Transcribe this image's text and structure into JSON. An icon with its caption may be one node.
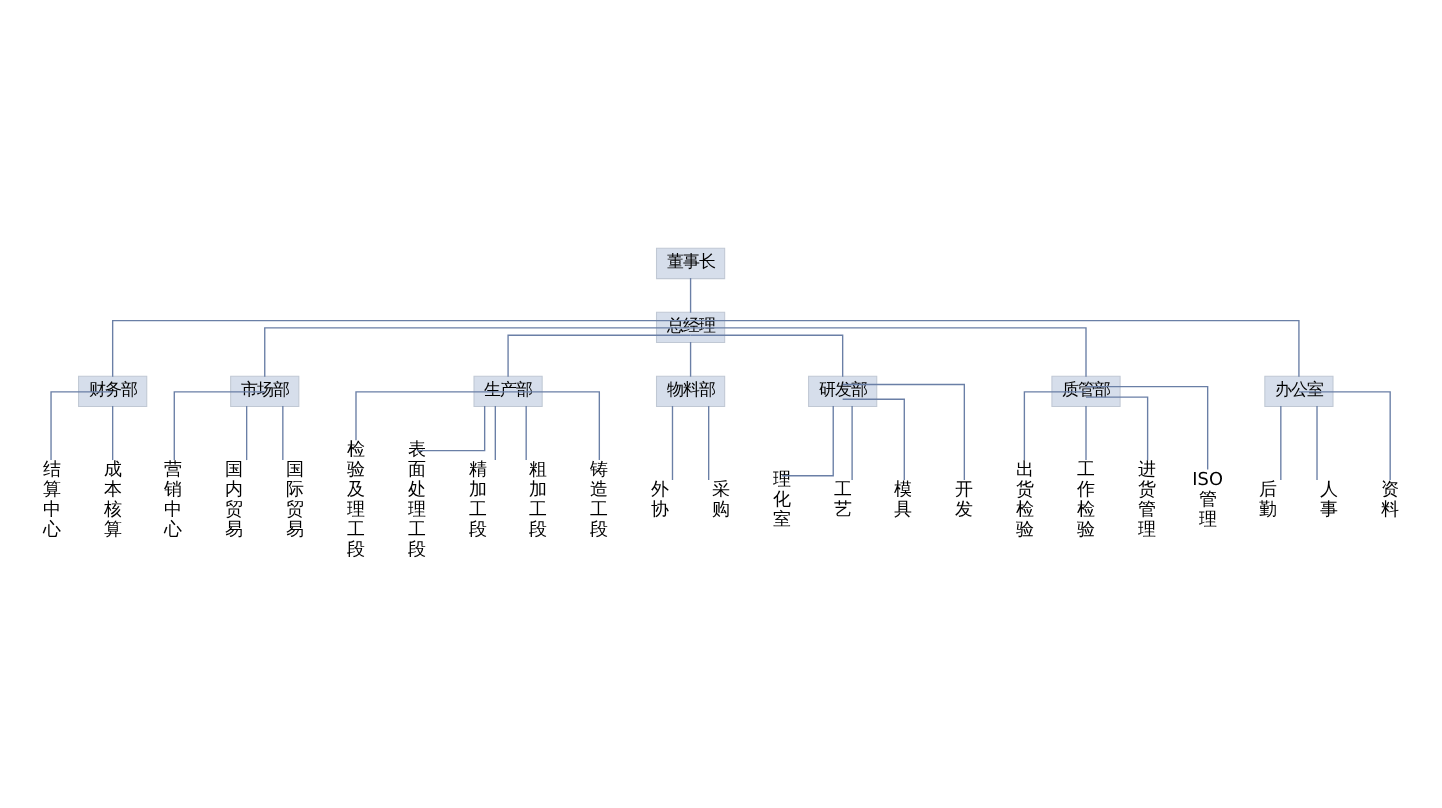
{
  "diagram": {
    "nodes": [
      {
        "text": [
          "董事长"
        ]
      },
      {
        "text": [
          "总经理"
        ]
      },
      {
        "text": [
          "财务部"
        ]
      },
      {
        "text": [
          "市场部"
        ]
      },
      {
        "text": [
          "生产部"
        ]
      },
      {
        "text": [
          "物料部"
        ]
      },
      {
        "text": [
          "研发部"
        ]
      },
      {
        "text": [
          "质管部"
        ]
      },
      {
        "text": [
          "办公室"
        ]
      },
      {
        "text": [
          "结算中心"
        ]
      },
      {
        "text": [
          "成本核算"
        ]
      },
      {
        "text": [
          "营销中心"
        ]
      },
      {
        "text": [
          "国内贸易"
        ]
      },
      {
        "text": [
          "国际贸易"
        ]
      },
      {
        "text": [
          "检验及理工段"
        ]
      },
      {
        "text": [
          "表面处理工段"
        ]
      },
      {
        "text": [
          "精加工段"
        ]
      },
      {
        "text": [
          "粗加工段"
        ]
      },
      {
        "text": [
          "铸造工段"
        ]
      },
      {
        "text": [
          "外协"
        ]
      },
      {
        "text": [
          "采购"
        ]
      },
      {
        "text": [
          "理化室"
        ]
      },
      {
        "text": [
          "工艺"
        ]
      },
      {
        "text": [
          "模具"
        ]
      },
      {
        "text": [
          "开发"
        ]
      },
      {
        "text": [
          "出货检验"
        ]
      },
      {
        "text": [
          "工作检验"
        ]
      },
      {
        "text": [
          "进货管理"
        ]
      },
      {
        "text": [
          "ISO管理"
        ]
      },
      {
        "text": [
          "后勤"
        ]
      },
      {
        "text": [
          "人事"
        ]
      },
      {
        "text": [
          "资料"
        ]
      }
    ],
    "edges": [
      {
        "from": 0,
        "to": 1,
        "arrow": "none"
      },
      {
        "from": 1,
        "to": 2,
        "arrow": "none"
      },
      {
        "from": 1,
        "to": 3,
        "arrow": "none"
      },
      {
        "from": 1,
        "to": 4,
        "arrow": "none"
      },
      {
        "from": 1,
        "to": 5,
        "arrow": "none"
      },
      {
        "from": 1,
        "to": 6,
        "arrow": "none"
      },
      {
        "from": 1,
        "to": 7,
        "arrow": "none"
      },
      {
        "from": 1,
        "to": 8,
        "arrow": "none"
      },
      {
        "from": 2,
        "to": 9,
        "arrow": "none"
      },
      {
        "from": 2,
        "to": 10,
        "arrow": "none"
      },
      {
        "from": 3,
        "to": 11,
        "arrow": "none"
      },
      {
        "from": 3,
        "to": 12,
        "arrow": "none"
      },
      {
        "from": 3,
        "to": 13,
        "arrow": "none"
      },
      {
        "from": 4,
        "to": 14,
        "arrow": "none"
      },
      {
        "from": 4,
        "to": 15,
        "arrow": "none"
      },
      {
        "from": 4,
        "to": 16,
        "arrow": "none"
      },
      {
        "from": 4,
        "to": 17,
        "arrow": "none"
      },
      {
        "from": 4,
        "to": 18,
        "arrow": "none"
      },
      {
        "from": 5,
        "to": 19,
        "arrow": "none"
      },
      {
        "from": 5,
        "to": 20,
        "arrow": "none"
      },
      {
        "from": 6,
        "to": 21,
        "arrow": "none"
      },
      {
        "from": 6,
        "to": 22,
        "arrow": "none"
      },
      {
        "from": 6,
        "to": 23,
        "arrow": "none"
      },
      {
        "from": 6,
        "to": 24,
        "arrow": "none"
      },
      {
        "from": 7,
        "to": 25,
        "arrow": "none"
      },
      {
        "from": 7,
        "to": 26,
        "arrow": "none"
      },
      {
        "from": 7,
        "to": 27,
        "arrow": "none"
      },
      {
        "from": 7,
        "to": 28,
        "arrow": "none"
      },
      {
        "from": 8,
        "to": 29,
        "arrow": "none"
      },
      {
        "from": 8,
        "to": 30,
        "arrow": "none"
      },
      {
        "from": 8,
        "to": 31,
        "arrow": "none"
      }
    ]
  }
}
